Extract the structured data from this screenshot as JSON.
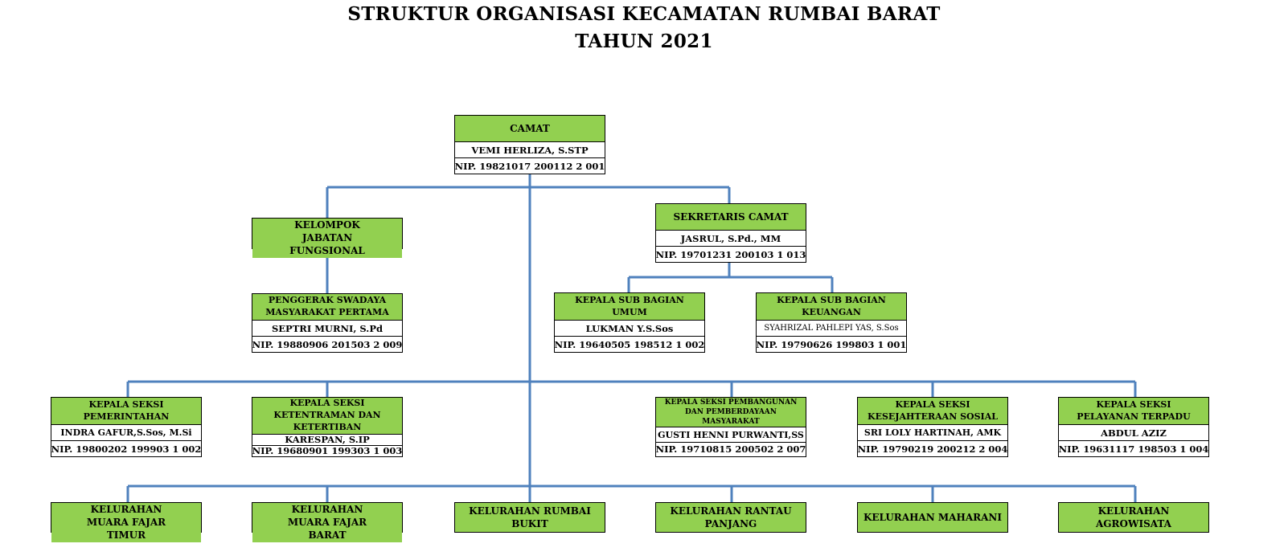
{
  "title": {
    "line1": "STRUKTUR ORGANISASI KECAMATAN RUMBAI BARAT",
    "line2": "TAHUN 2021"
  },
  "camat": {
    "position": "CAMAT",
    "name": "VEMI HERLIZA, S.STP",
    "nip": "NIP. 19821017 200112 2 001"
  },
  "fungsional": {
    "position": "KELOMPOK JABATAN FUNGSIONAL"
  },
  "penggerak": {
    "position": "PENGGERAK SWADAYA MASYARAKAT PERTAMA",
    "name": "SEPTRI MURNI, S.Pd",
    "nip": "NIP. 19880906 201503 2 009"
  },
  "sekretaris": {
    "position": "SEKRETARIS CAMAT",
    "name": "JASRUL, S.Pd., MM",
    "nip": "NIP. 19701231 200103 1 013"
  },
  "subbag_umum": {
    "position": "KEPALA SUB BAGIAN UMUM",
    "name": "LUKMAN Y.S.Sos",
    "nip": "NIP. 19640505 198512 1 002"
  },
  "subbag_keuangan": {
    "position": "KEPALA SUB BAGIAN KEUANGAN",
    "name": "SYAHRIZAL PAHLEPI YAS, S.Sos",
    "nip": "NIP. 19790626 199803 1 001"
  },
  "seksi": [
    {
      "position": "KEPALA SEKSI PEMERINTAHAN",
      "name": "INDRA GAFUR,S.Sos, M.Si",
      "nip": "NIP. 19800202 199903 1 002"
    },
    {
      "position": "KEPALA SEKSI KETENTRAMAN DAN KETERTIBAN",
      "name": "KARESPAN, S.IP",
      "nip": "NIP. 19680901 199303 1 003"
    },
    {
      "position": "KEPALA SEKSI PEMBANGUNAN DAN PEMBERDAYAAN MASYARAKAT",
      "name": "GUSTI HENNI PURWANTI,SS",
      "nip": "NIP. 19710815 200502 2 007"
    },
    {
      "position": "KEPALA SEKSI KESEJAHTERAAN SOSIAL",
      "name": "SRI LOLY HARTINAH, AMK",
      "nip": "NIP. 19790219 200212 2 004"
    },
    {
      "position": "KEPALA SEKSI PELAYANAN TERPADU",
      "name": "ABDUL AZIZ",
      "nip": "NIP. 19631117 198503 1 004"
    }
  ],
  "kelurahan": [
    "KELURAHAN MUARA FAJAR TIMUR",
    "KELURAHAN MUARA FAJAR BARAT",
    "KELURAHAN RUMBAI BUKIT",
    "KELURAHAN RANTAU PANJANG",
    "KELURAHAN MAHARANI",
    "KELURAHAN AGROWISATA"
  ],
  "colors": {
    "box_fill": "#92d050",
    "connector": "#4f81bd"
  }
}
